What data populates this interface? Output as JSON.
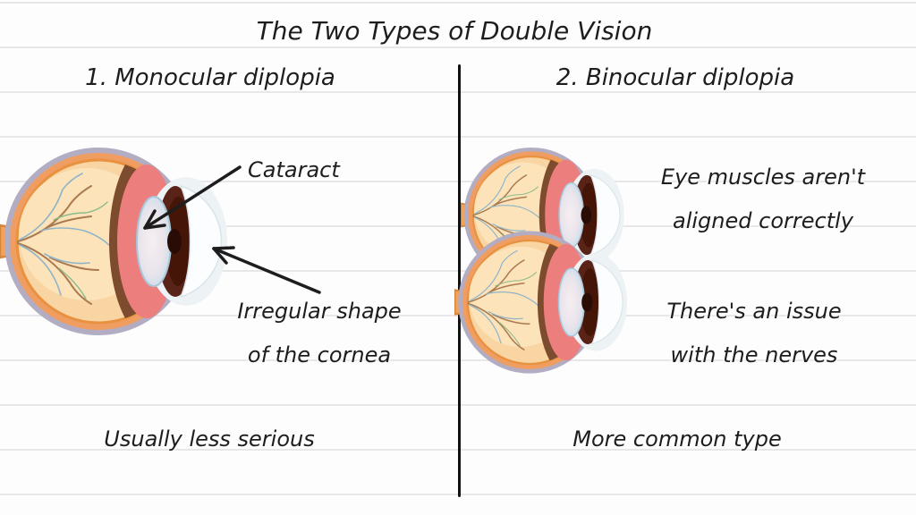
{
  "title": "The Two Types of Double Vision",
  "sections": {
    "monocular": {
      "heading": "1. Monocular diplopia",
      "annotations": {
        "cataract": "Cataract",
        "cornea_line1": "Irregular shape",
        "cornea_line2": "of the cornea"
      },
      "footer": "Usually less serious"
    },
    "binocular": {
      "heading": "2. Binocular diplopia",
      "note_muscles_line1": "Eye muscles aren't",
      "note_muscles_line2": "aligned correctly",
      "note_nerves_line1": "There's an issue",
      "note_nerves_line2": "with the nerves",
      "footer": "More common type"
    }
  },
  "illustration": {
    "left_figure": "eye-cross-section",
    "right_figure": "two-overlapping-eye-cross-sections",
    "arrow_icons": [
      "cataract-arrow",
      "cornea-arrow"
    ],
    "colors": {
      "ink": "#1d1d1d",
      "paper": "#fdfdfd",
      "rule_line": "#e7e7ea",
      "divider": "#111111",
      "sclera_rim": "#b2adc2",
      "sclera_ring": "#ef9d61",
      "fundus": "#f9d5a3",
      "fundus_light": "#fce4bc",
      "vessel_brown": "#a97a50",
      "vessel_blue": "#8fb4c8",
      "vessel_green": "#8cba8c",
      "choroid_brown": "#7d4b2e",
      "ciliary_pink": "#ec7f7e",
      "iris_dark": "#5a2318",
      "pupil": "#2a0c06",
      "lens_edge": "#a9c6da",
      "lens_fill": "#f1e9ee",
      "cornea_white": "#fbfdfe",
      "optic_nerve": "#f2a35b"
    }
  }
}
